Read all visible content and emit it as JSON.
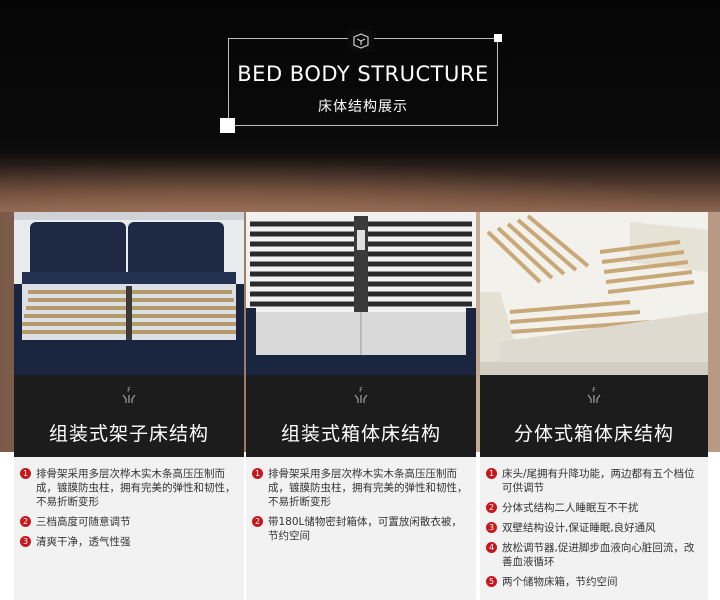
{
  "header": {
    "title": "BED BODY STRUCTURE",
    "subtitle": "床体结构展示"
  },
  "colors": {
    "accent_red": "#c8161d",
    "dark_bar": "#1c1c1c",
    "list_bg": "#f2f2f2"
  },
  "panels": [
    {
      "title": "组装式架子床结构",
      "features": [
        {
          "num": "1",
          "text": "排骨架采用多层次桦木实木条高压压制而成，镀膜防虫柱，拥有完美的弹性和韧性，不易折断变形"
        },
        {
          "num": "2",
          "text": "三档高度可随意调节"
        },
        {
          "num": "3",
          "text": "清爽干净，透气性强"
        }
      ]
    },
    {
      "title": "组装式箱体床结构",
      "features": [
        {
          "num": "1",
          "text": "排骨架采用多层次桦木实木条高压压制而成，镀膜防虫柱，拥有完美的弹性和韧性，不易折断变形"
        },
        {
          "num": "2",
          "text": "带180L储物密封箱体，可置放闲散衣被，节约空间"
        }
      ]
    },
    {
      "title": "分体式箱体床结构",
      "features": [
        {
          "num": "1",
          "text": "床头/尾拥有升降功能，两边都有五个档位可供调节"
        },
        {
          "num": "2",
          "text": "分体式结构二人睡眠互不干扰"
        },
        {
          "num": "3",
          "text": "双壁结构设计,保证睡眠,良好通风"
        },
        {
          "num": "4",
          "text": "放松调节器,促进脚步血液向心脏回流，改善血液循环"
        },
        {
          "num": "5",
          "text": "两个储物床箱，节约空间"
        }
      ]
    }
  ]
}
